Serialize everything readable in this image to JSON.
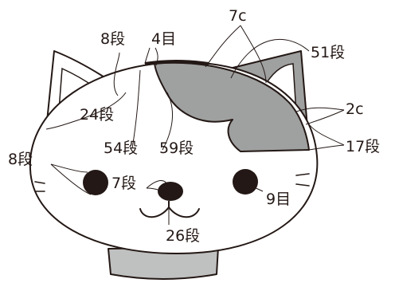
{
  "labels": {
    "ear_left_rows": "8段",
    "top_stitches": "4目",
    "ear_right_stitches": "7c",
    "right_rows": "51段",
    "side_rows": "24段",
    "right_chain": "2c",
    "cheek_rows": "8段",
    "face_rows": "54段",
    "patch_rows": "59段",
    "right_side_rows": "17段",
    "nose_rows": "7段",
    "eye_stitches": "9目",
    "mouth_rows": "26段"
  },
  "colors": {
    "outline": "#231815",
    "patch": "#9fa0a0",
    "base": "#bfc0c0",
    "fill": "#ffffff"
  }
}
